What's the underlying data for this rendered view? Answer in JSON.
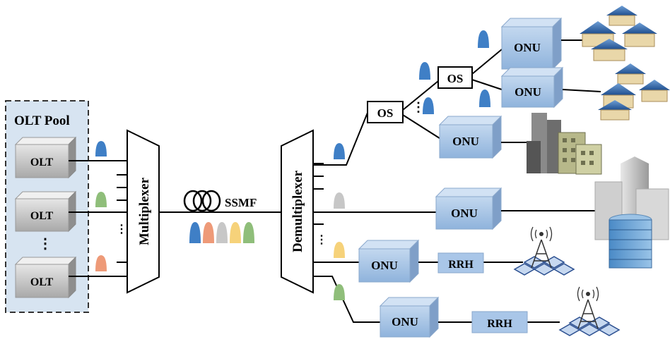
{
  "pool": {
    "title": "OLT Pool"
  },
  "olt": {
    "label": "OLT",
    "ellipsis": "⋮"
  },
  "mux": {
    "label": "Multiplexer",
    "ellipsis": "⋮"
  },
  "fiber": {
    "label": "SSMF"
  },
  "demux": {
    "label": "Demultiplexer",
    "ellipsis": "⋮"
  },
  "os": {
    "label": "OS",
    "ellipsis": "⋮"
  },
  "onu": {
    "label": "ONU"
  },
  "rrh": {
    "label": "RRH"
  },
  "colors": {
    "blue": "#3f7fc6",
    "orange": "#ee9a78",
    "gray": "#c7c7c7",
    "yellow": "#f6d27a",
    "green": "#8fbe7a",
    "box_face": "#a9c6e8",
    "pool_bg": "#d7e4f1"
  }
}
